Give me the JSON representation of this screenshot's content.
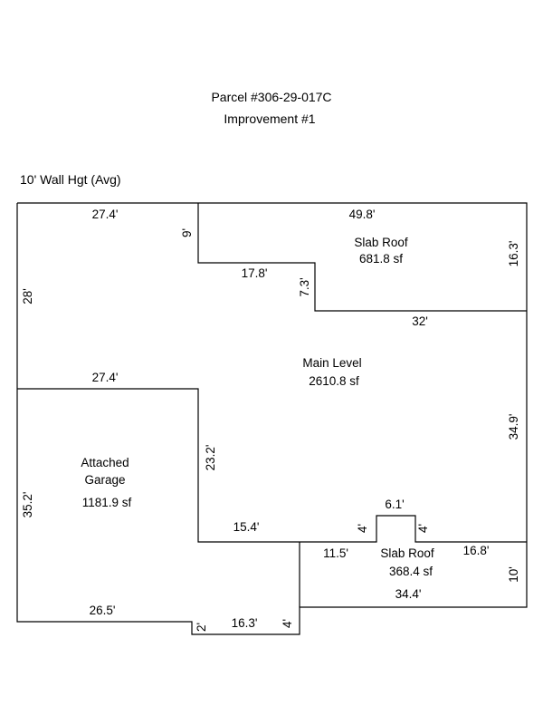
{
  "header": {
    "parcel": "Parcel #306-29-017C",
    "improvement": "Improvement #1",
    "wall_height": "10' Wall Hgt (Avg)"
  },
  "areas": {
    "slab_roof_top": {
      "name": "Slab Roof",
      "area": "681.8 sf"
    },
    "main_level": {
      "name": "Main Level",
      "area": "2610.8 sf"
    },
    "garage": {
      "name_line1": "Attached",
      "name_line2": "Garage",
      "area": "1181.9 sf"
    },
    "slab_roof_bottom": {
      "name": "Slab Roof",
      "area": "368.4 sf"
    }
  },
  "dimensions": {
    "top_left": "27.4'",
    "top_right": "49.8'",
    "notch_vertical": "9'",
    "notch_horizontal": "17.8'",
    "step_vertical": "7.3'",
    "slab_right": "16.3'",
    "slab_bottom": "32'",
    "left_upper": "28'",
    "garage_top": "27.4'",
    "main_right": "34.9'",
    "garage_inner": "23.2'",
    "garage_left": "35.2'",
    "bump_top": "6.1'",
    "bump_left": "4'",
    "bump_right": "4'",
    "lower_mid": "15.4'",
    "slab2_left": "11.5'",
    "slab2_right": "16.8'",
    "slab2_side": "10'",
    "slab2_bottom": "34.4'",
    "garage_bottom": "26.5'",
    "step_small": "2'",
    "bottom_jog": "16.3'",
    "bottom_right_v": "4'"
  }
}
